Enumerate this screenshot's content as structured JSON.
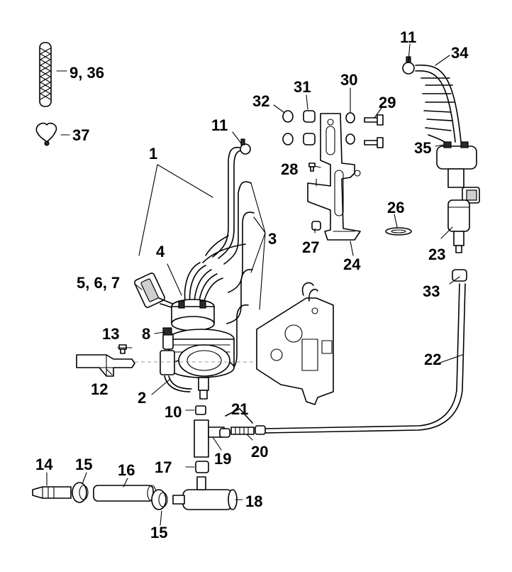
{
  "labels": {
    "l1": "1",
    "l2": "2",
    "l3": "3",
    "l4": "4",
    "l5_6_7": "5, 6, 7",
    "l8": "8",
    "l9_36": "9, 36",
    "l10": "10",
    "l11a": "11",
    "l11b": "11",
    "l12": "12",
    "l13": "13",
    "l14": "14",
    "l15a": "15",
    "l15b": "15",
    "l16": "16",
    "l17": "17",
    "l18": "18",
    "l19": "19",
    "l20": "20",
    "l21": "21",
    "l22": "22",
    "l23": "23",
    "l24": "24",
    "l26": "26",
    "l27": "27",
    "l28": "28",
    "l29": "29",
    "l30": "30",
    "l31": "31",
    "l32": "32",
    "l33": "33",
    "l34": "34",
    "l35": "35",
    "l37": "37"
  }
}
